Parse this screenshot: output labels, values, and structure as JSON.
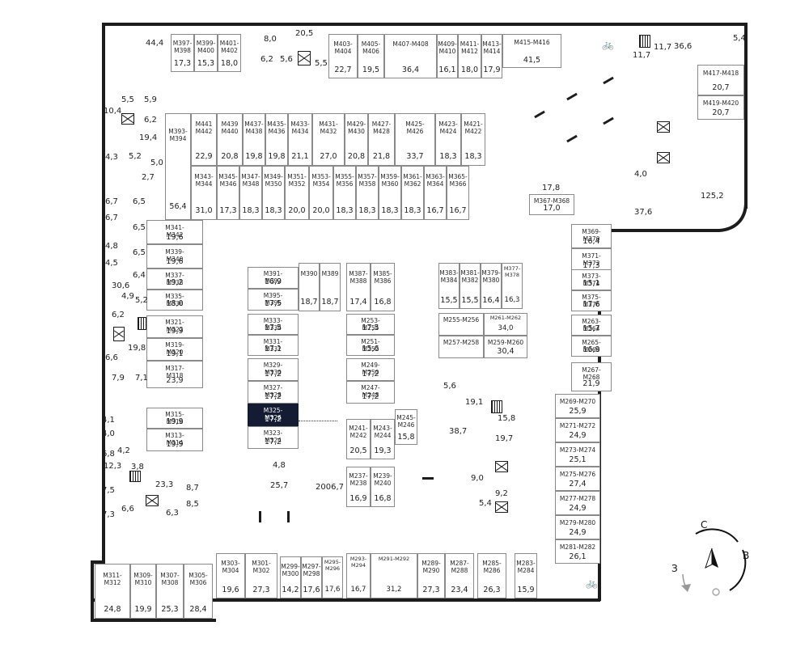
{
  "rooms": [
    {
      "id": "r-44-4",
      "value": "44,4"
    },
    {
      "id": "r-8-0",
      "value": "8,0"
    },
    {
      "id": "r-20-5",
      "value": "20,5"
    },
    {
      "id": "r-6-2a",
      "value": "6,2"
    },
    {
      "id": "r-5-6a",
      "value": "5,6"
    },
    {
      "id": "r-5-5a",
      "value": "5,5"
    },
    {
      "id": "r-11-7a",
      "value": "11,7"
    },
    {
      "id": "r-11-7b",
      "value": "11,7"
    },
    {
      "id": "r-36-6",
      "value": "36,6"
    },
    {
      "id": "r-5-4a",
      "value": "5,4"
    },
    {
      "id": "r-10-4",
      "value": "10,4"
    },
    {
      "id": "r-5-5b",
      "value": "5,5"
    },
    {
      "id": "r-5-9",
      "value": "5,9"
    },
    {
      "id": "r-6-2b",
      "value": "6,2"
    },
    {
      "id": "r-19-4",
      "value": "19,4"
    },
    {
      "id": "r-4-3",
      "value": "4,3"
    },
    {
      "id": "r-5-2a",
      "value": "5,2"
    },
    {
      "id": "r-5-0",
      "value": "5,0"
    },
    {
      "id": "r-2-7",
      "value": "2,7"
    },
    {
      "id": "r-6-7a",
      "value": "6,7"
    },
    {
      "id": "r-6-5a",
      "value": "6,5"
    },
    {
      "id": "r-6-7b",
      "value": "6,7"
    },
    {
      "id": "r-6-5b",
      "value": "6,5"
    },
    {
      "id": "r-4-8",
      "value": "4,8"
    },
    {
      "id": "r-4-5",
      "value": "4,5"
    },
    {
      "id": "r-6-5c",
      "value": "6,5"
    },
    {
      "id": "r-6-4",
      "value": "6,4"
    },
    {
      "id": "r-30-6",
      "value": "30,6"
    },
    {
      "id": "r-4-9",
      "value": "4,9"
    },
    {
      "id": "r-5-2b",
      "value": "5,2"
    },
    {
      "id": "r-6-2c",
      "value": "6,2"
    },
    {
      "id": "r-19-8",
      "value": "19,8"
    },
    {
      "id": "r-6-6a",
      "value": "6,6"
    },
    {
      "id": "r-7-9",
      "value": "7,9"
    },
    {
      "id": "r-7-1",
      "value": "7,1"
    },
    {
      "id": "r-4-1",
      "value": "4,1"
    },
    {
      "id": "r-4-0",
      "value": "4,0"
    },
    {
      "id": "r-6-8",
      "value": "6,8"
    },
    {
      "id": "r-12-3",
      "value": "12,3"
    },
    {
      "id": "r-4-2",
      "value": "4,2"
    },
    {
      "id": "r-3-8",
      "value": "3,8"
    },
    {
      "id": "r-23-3",
      "value": "23,3"
    },
    {
      "id": "r-7-5",
      "value": "7,5"
    },
    {
      "id": "r-8-7",
      "value": "8,7"
    },
    {
      "id": "r-7-3",
      "value": "7,3"
    },
    {
      "id": "r-6-6b",
      "value": "6,6"
    },
    {
      "id": "r-6-3",
      "value": "6,3"
    },
    {
      "id": "r-8-5",
      "value": "8,5"
    },
    {
      "id": "r-4-8b",
      "value": "4,8"
    },
    {
      "id": "r-25-7",
      "value": "25,7"
    },
    {
      "id": "r-2006-7",
      "value": "2006,7"
    },
    {
      "id": "r-4-0b",
      "value": "4,0"
    },
    {
      "id": "r-17-8",
      "value": "17,8"
    },
    {
      "id": "r-37-6",
      "value": "37,6"
    },
    {
      "id": "r-125-2",
      "value": "125,2"
    },
    {
      "id": "r-5-6b",
      "value": "5,6"
    },
    {
      "id": "r-19-1",
      "value": "19,1"
    },
    {
      "id": "r-15-8",
      "value": "15,8"
    },
    {
      "id": "r-19-7",
      "value": "19,7"
    },
    {
      "id": "r-38-7",
      "value": "38,7"
    },
    {
      "id": "r-9-0",
      "value": "9,0"
    },
    {
      "id": "r-9-2",
      "value": "9,2"
    },
    {
      "id": "r-5-4b",
      "value": "5,4"
    }
  ],
  "spaces": [
    {
      "label": "M397-\nM398",
      "area": "17,3"
    },
    {
      "label": "M399-\nM400",
      "area": "15,3"
    },
    {
      "label": "M401-\nM402",
      "area": "18,0"
    },
    {
      "label": "M403-\nM404",
      "area": "22,7"
    },
    {
      "label": "M405-\nM406",
      "area": "19,5"
    },
    {
      "label": "M407-M408",
      "area": "36,4"
    },
    {
      "label": "M409-\nM410",
      "area": "16,1"
    },
    {
      "label": "M411-\nM412",
      "area": "18,0"
    },
    {
      "label": "M413-\nM414",
      "area": "17,9"
    },
    {
      "label": "M415-M416",
      "area": "41,5"
    },
    {
      "label": "M417-M418",
      "area": "20,7"
    },
    {
      "label": "M419-M420",
      "area": "20,7"
    },
    {
      "label": "M441\nM442",
      "area": "22,9"
    },
    {
      "label": "M439\nM440",
      "area": "20,8"
    },
    {
      "label": "M437-\nM438",
      "area": "19,8"
    },
    {
      "label": "M435-\nM436",
      "area": "19,8"
    },
    {
      "label": "M433-\nM434",
      "area": "21,1"
    },
    {
      "label": "M431-\nM432",
      "area": "27,0"
    },
    {
      "label": "M429-\nM430",
      "area": "20,8"
    },
    {
      "label": "M427-\nM428",
      "area": "21,8"
    },
    {
      "label": "M425-\nM426",
      "area": "33,7"
    },
    {
      "label": "M423-\nM424",
      "area": "18,3"
    },
    {
      "label": "M421-\nM422",
      "area": "18,3"
    },
    {
      "label": "M393-\nM394",
      "area": "56,4"
    },
    {
      "label": "M343-\nM344",
      "area": "31,0"
    },
    {
      "label": "M345-\nM346",
      "area": "17,3"
    },
    {
      "label": "M347-\nM348",
      "area": "18,3"
    },
    {
      "label": "M349-\nM350",
      "area": "18,3"
    },
    {
      "label": "M351-\nM352",
      "area": "20,0"
    },
    {
      "label": "M353-\nM354",
      "area": "20,0"
    },
    {
      "label": "M355-\nM356",
      "area": "18,3"
    },
    {
      "label": "M357-\nM358",
      "area": "18,3"
    },
    {
      "label": "M359-\nM360",
      "area": "18,3"
    },
    {
      "label": "M361-\nM362",
      "area": "18,3"
    },
    {
      "label": "M363-\nM364",
      "area": "16,7"
    },
    {
      "label": "M365-\nM366",
      "area": "16,7"
    },
    {
      "label": "M367-M368",
      "area": "17,0"
    },
    {
      "label": "M341-\nM342",
      "area": "19,6"
    },
    {
      "label": "M339-\nM340",
      "area": "19,6"
    },
    {
      "label": "M337-\nM338",
      "area": "19,2"
    },
    {
      "label": "M335-\nM336",
      "area": "18,0"
    },
    {
      "label": "M321-\nM322",
      "area": "19,9"
    },
    {
      "label": "M319-\nM320",
      "area": "19,1"
    },
    {
      "label": "M317-\nM318",
      "area": "23,9"
    },
    {
      "label": "M315-\nM316",
      "area": "19,9"
    },
    {
      "label": "M313-\nM314",
      "area": "19,9"
    },
    {
      "label": "M391-\nM392",
      "area": "16,9"
    },
    {
      "label": "M395-\nM396",
      "area": "17,5"
    },
    {
      "label": "M390",
      "area": "18,7"
    },
    {
      "label": "M389",
      "area": "18,7"
    },
    {
      "label": "M387-\nM388",
      "area": "17,4"
    },
    {
      "label": "M385-\nM386",
      "area": "16,8"
    },
    {
      "label": "M333-\nM334",
      "area": "17,5"
    },
    {
      "label": "M331-\nM332",
      "area": "17,1"
    },
    {
      "label": "M329-\nM330",
      "area": "17,2"
    },
    {
      "label": "M327-\nM328",
      "area": "17,2"
    },
    {
      "label": "M325-\nM326",
      "area": "17,2"
    },
    {
      "label": "M323-\nM324",
      "area": "17,2"
    },
    {
      "label": "M253-\nM254",
      "area": "17,5"
    },
    {
      "label": "M251-\nM252",
      "area": "15,6"
    },
    {
      "label": "M249-\nM250",
      "area": "17,2"
    },
    {
      "label": "M247-\nM248",
      "area": "17,2"
    },
    {
      "label": "M245-\nM246",
      "area": "15,8"
    },
    {
      "label": "M241-\nM242",
      "area": "20,5"
    },
    {
      "label": "M243-\nM244",
      "area": "19,3"
    },
    {
      "label": "M237-\nM238",
      "area": "16,9"
    },
    {
      "label": "M239-\nM240",
      "area": "16,8"
    },
    {
      "label": "M383-\nM384",
      "area": "15,5"
    },
    {
      "label": "M381-\nM382",
      "area": "15,5"
    },
    {
      "label": "M379-\nM380",
      "area": "16,4"
    },
    {
      "label": "M377-\nM378",
      "area": "16,3"
    },
    {
      "label": "M255-M256",
      "area": ""
    },
    {
      "label": "M261-M262",
      "area": "34,0"
    },
    {
      "label": "M257-M258",
      "area": ""
    },
    {
      "label": "M259-M260",
      "area": "30,4"
    },
    {
      "label": "M369-\nM370",
      "area": "16,4"
    },
    {
      "label": "M371-\nM372",
      "area": "17,3"
    },
    {
      "label": "M373-\nM374",
      "area": "15,1"
    },
    {
      "label": "M375-\nM376",
      "area": "17,6"
    },
    {
      "label": "M263-\nM264",
      "area": "15,7"
    },
    {
      "label": "M265-\nM266",
      "area": "16,9"
    },
    {
      "label": "M267-\nM268",
      "area": "21,9"
    },
    {
      "label": "M269-M270",
      "area": "25,9"
    },
    {
      "label": "M271-M272",
      "area": "24,9"
    },
    {
      "label": "M273-M274",
      "area": "25,1"
    },
    {
      "label": "M275-M276",
      "area": "27,4"
    },
    {
      "label": "M277-M278",
      "area": "24,9"
    },
    {
      "label": "M279-M280",
      "area": "24,9"
    },
    {
      "label": "M281-M282",
      "area": "26,1"
    },
    {
      "label": "M311-\nM312",
      "area": "24,8"
    },
    {
      "label": "M309-\nM310",
      "area": "19,9"
    },
    {
      "label": "M307-\nM308",
      "area": "25,3"
    },
    {
      "label": "M305-\nM306",
      "area": "28,4"
    },
    {
      "label": "M303-\nM304",
      "area": "19,6"
    },
    {
      "label": "M301-\nM302",
      "area": "27,3"
    },
    {
      "label": "M299-\nM300",
      "area": "14,2"
    },
    {
      "label": "M297-\nM298",
      "area": "17,6"
    },
    {
      "label": "M295-\nM296",
      "area": "17,6"
    },
    {
      "label": "M293-\nM294",
      "area": "16,7"
    },
    {
      "label": "M291-M292",
      "area": "31,2"
    },
    {
      "label": "M289-\nM290",
      "area": "27,3"
    },
    {
      "label": "M287-\nM288",
      "area": "23,4"
    },
    {
      "label": "M285-\nM286",
      "area": "26,3"
    },
    {
      "label": "M283-\nM284",
      "area": "15,9"
    }
  ],
  "compass": {
    "north": "С",
    "east": "В",
    "west": "З"
  },
  "colors": {
    "selected": "#141c33",
    "wall": "#1c1c1c"
  }
}
